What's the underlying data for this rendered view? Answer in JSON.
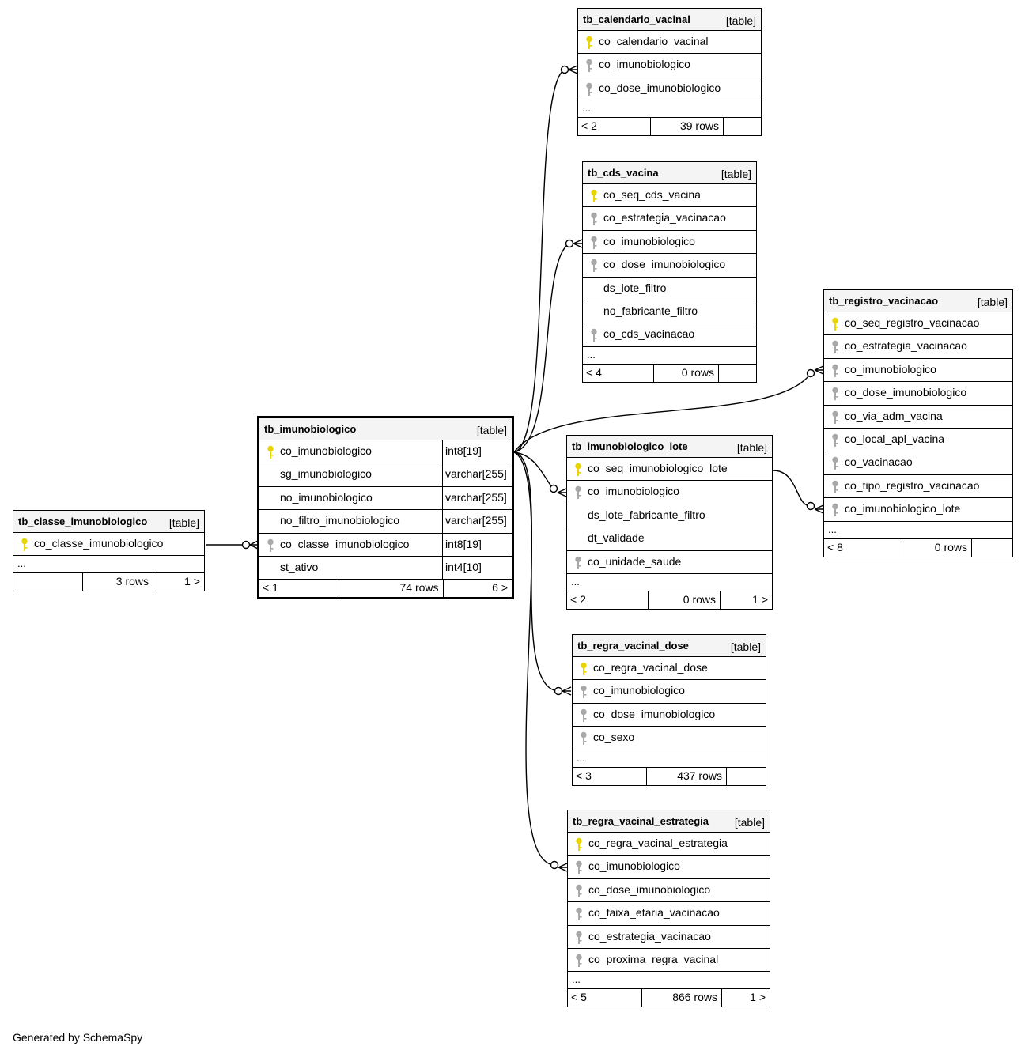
{
  "colors": {
    "primary_key": "#e8d400",
    "foreign_key": "#a8a8a8",
    "header_bg": "#f4f4f4",
    "line": "#000000"
  },
  "icons": {
    "primary_key": "key-icon",
    "foreign_key": "key-icon"
  },
  "tables": {
    "classe": {
      "name": "tb_classe_imunobiologico",
      "type": "[table]",
      "columns": [
        {
          "name": "co_classe_imunobiologico",
          "key": "pk"
        }
      ],
      "ellipsis": "...",
      "footer": {
        "left": "",
        "mid": "3 rows",
        "right": "1 >"
      }
    },
    "imuno": {
      "name": "tb_imunobiologico",
      "type": "[table]",
      "columns": [
        {
          "name": "co_imunobiologico",
          "key": "pk",
          "dtype": "int8[19]"
        },
        {
          "name": "sg_imunobiologico",
          "key": "",
          "dtype": "varchar[255]"
        },
        {
          "name": "no_imunobiologico",
          "key": "",
          "dtype": "varchar[255]"
        },
        {
          "name": "no_filtro_imunobiologico",
          "key": "",
          "dtype": "varchar[255]"
        },
        {
          "name": "co_classe_imunobiologico",
          "key": "fk",
          "dtype": "int8[19]"
        },
        {
          "name": "st_ativo",
          "key": "",
          "dtype": "int4[10]"
        }
      ],
      "ellipsis": "",
      "footer": {
        "left": "< 1",
        "mid": "74 rows",
        "right": "6 >"
      }
    },
    "calendario": {
      "name": "tb_calendario_vacinal",
      "type": "[table]",
      "columns": [
        {
          "name": "co_calendario_vacinal",
          "key": "pk"
        },
        {
          "name": "co_imunobiologico",
          "key": "fk"
        },
        {
          "name": "co_dose_imunobiologico",
          "key": "fk"
        }
      ],
      "ellipsis": "...",
      "footer": {
        "left": "< 2",
        "mid": "39 rows",
        "right": ""
      }
    },
    "cds": {
      "name": "tb_cds_vacina",
      "type": "[table]",
      "columns": [
        {
          "name": "co_seq_cds_vacina",
          "key": "pk"
        },
        {
          "name": "co_estrategia_vacinacao",
          "key": "fk"
        },
        {
          "name": "co_imunobiologico",
          "key": "fk"
        },
        {
          "name": "co_dose_imunobiologico",
          "key": "fk"
        },
        {
          "name": "ds_lote_filtro",
          "key": ""
        },
        {
          "name": "no_fabricante_filtro",
          "key": ""
        },
        {
          "name": "co_cds_vacinacao",
          "key": "fk"
        }
      ],
      "ellipsis": "...",
      "footer": {
        "left": "< 4",
        "mid": "0 rows",
        "right": ""
      }
    },
    "registro": {
      "name": "tb_registro_vacinacao",
      "type": "[table]",
      "columns": [
        {
          "name": "co_seq_registro_vacinacao",
          "key": "pk"
        },
        {
          "name": "co_estrategia_vacinacao",
          "key": "fk"
        },
        {
          "name": "co_imunobiologico",
          "key": "fk"
        },
        {
          "name": "co_dose_imunobiologico",
          "key": "fk"
        },
        {
          "name": "co_via_adm_vacina",
          "key": "fk"
        },
        {
          "name": "co_local_apl_vacina",
          "key": "fk"
        },
        {
          "name": "co_vacinacao",
          "key": "fk"
        },
        {
          "name": "co_tipo_registro_vacinacao",
          "key": "fk"
        },
        {
          "name": "co_imunobiologico_lote",
          "key": "fk"
        }
      ],
      "ellipsis": "...",
      "footer": {
        "left": "< 8",
        "mid": "0 rows",
        "right": ""
      }
    },
    "lote": {
      "name": "tb_imunobiologico_lote",
      "type": "[table]",
      "columns": [
        {
          "name": "co_seq_imunobiologico_lote",
          "key": "pk"
        },
        {
          "name": "co_imunobiologico",
          "key": "fk"
        },
        {
          "name": "ds_lote_fabricante_filtro",
          "key": ""
        },
        {
          "name": "dt_validade",
          "key": ""
        },
        {
          "name": "co_unidade_saude",
          "key": "fk"
        }
      ],
      "ellipsis": "...",
      "footer": {
        "left": "< 2",
        "mid": "0 rows",
        "right": "1 >"
      }
    },
    "dose": {
      "name": "tb_regra_vacinal_dose",
      "type": "[table]",
      "columns": [
        {
          "name": "co_regra_vacinal_dose",
          "key": "pk"
        },
        {
          "name": "co_imunobiologico",
          "key": "fk"
        },
        {
          "name": "co_dose_imunobiologico",
          "key": "fk"
        },
        {
          "name": "co_sexo",
          "key": "fk"
        }
      ],
      "ellipsis": "...",
      "footer": {
        "left": "< 3",
        "mid": "437 rows",
        "right": ""
      }
    },
    "estrategia": {
      "name": "tb_regra_vacinal_estrategia",
      "type": "[table]",
      "columns": [
        {
          "name": "co_regra_vacinal_estrategia",
          "key": "pk"
        },
        {
          "name": "co_imunobiologico",
          "key": "fk"
        },
        {
          "name": "co_dose_imunobiologico",
          "key": "fk"
        },
        {
          "name": "co_faixa_etaria_vacinacao",
          "key": "fk"
        },
        {
          "name": "co_estrategia_vacinacao",
          "key": "fk"
        },
        {
          "name": "co_proxima_regra_vacinal",
          "key": "fk"
        }
      ],
      "ellipsis": "...",
      "footer": {
        "left": "< 5",
        "mid": "866 rows",
        "right": "1 >"
      }
    }
  },
  "credit": "Generated by SchemaSpy"
}
